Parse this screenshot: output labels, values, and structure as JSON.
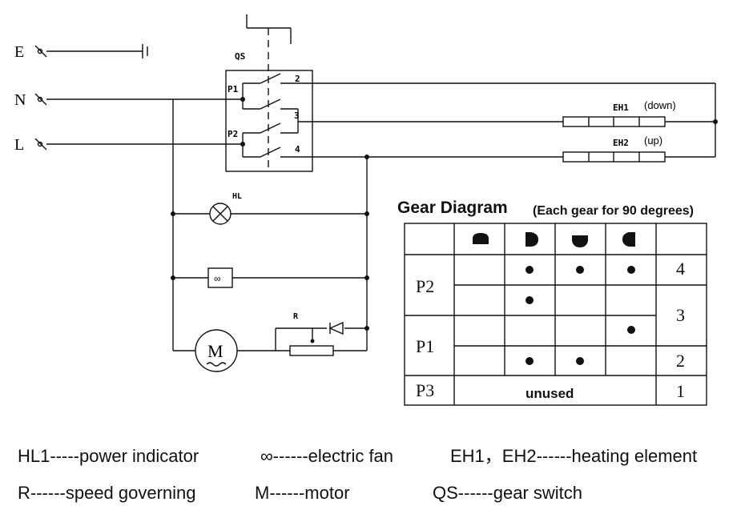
{
  "terminals": {
    "e": "E",
    "n": "N",
    "l": "L"
  },
  "switch_label": "QS",
  "pole_labels": {
    "p1": "P1",
    "p2": "P2"
  },
  "contact_numbers": {
    "c2": "2",
    "c3": "3",
    "c4": "4"
  },
  "heater_labels": {
    "eh1_code": "EH1",
    "eh1_pos": "(down)",
    "eh2_code": "EH2",
    "eh2_pos": "(up)"
  },
  "lamp_label": "HL",
  "fan_symbol": "∞",
  "motor_symbol": "M",
  "resistor_label": "R",
  "gear_table": {
    "title": "Gear Diagram",
    "subtitle": "(Each gear for 90 degrees)",
    "row_labels": {
      "p2": "P2",
      "p1": "P1",
      "p3": "P3"
    },
    "unused": "unused",
    "gear_numbers": {
      "g4": "4",
      "g3": "3",
      "g2": "2",
      "g1": "1"
    }
  },
  "legend": {
    "hl1": "HL1-----power indicator",
    "fan": "∞------electric fan",
    "eh": "EH1，EH2------heating element",
    "r": "R------speed governing",
    "m": "M------motor",
    "qs": "QS------gear switch"
  }
}
